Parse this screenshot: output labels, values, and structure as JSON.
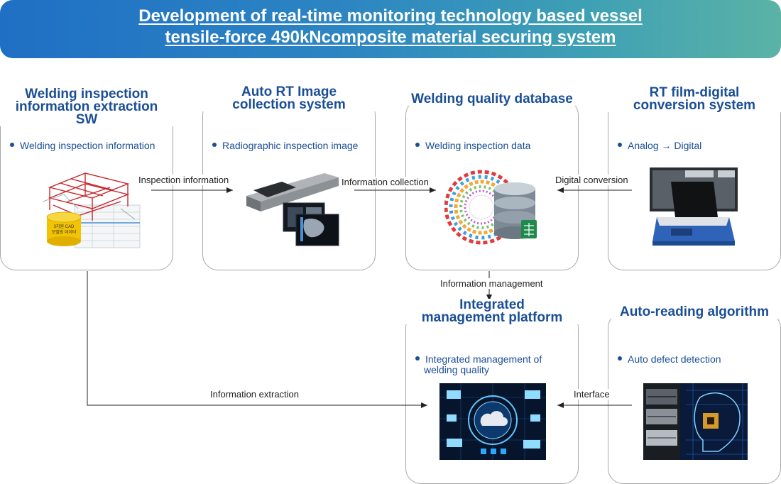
{
  "banner": {
    "line1": "Development of real-time monitoring technology based vessel",
    "line2": "tensile-force 490kNcomposite material securing system"
  },
  "boxes": {
    "extraction": {
      "title1": "Welding inspection",
      "title2": "information extraction SW",
      "bullet": "Welding inspection information",
      "cad_label1": "3차원 CAD",
      "cad_label2": "모델링 데이터"
    },
    "rt_collection": {
      "title1": "Auto RT Image",
      "title2": "collection system",
      "bullet": "Radiographic inspection image"
    },
    "database": {
      "title1": "Welding quality database",
      "bullet": "Welding inspection data"
    },
    "conversion": {
      "title1": "RT film-digital",
      "title2": "conversion system",
      "bullet": "Analog → Digital"
    },
    "platform": {
      "title1": "Integrated",
      "title2": "management platform",
      "bullet1": "Integrated management of",
      "bullet2": "welding quality"
    },
    "algorithm": {
      "title1": "Auto-reading algorithm",
      "bullet": "Auto defect detection"
    }
  },
  "connectors": {
    "inspection_information": "Inspection information",
    "information_collection": "Information collection",
    "digital_conversion": "Digital conversion",
    "information_management": "Information management",
    "information_extraction": "Information extraction",
    "interface": "Interface"
  },
  "colors": {
    "title": "#1a4e96",
    "banner_start": "#1f6fc4",
    "banner_end": "#5bb3a6",
    "border": "#a8a8a8"
  }
}
